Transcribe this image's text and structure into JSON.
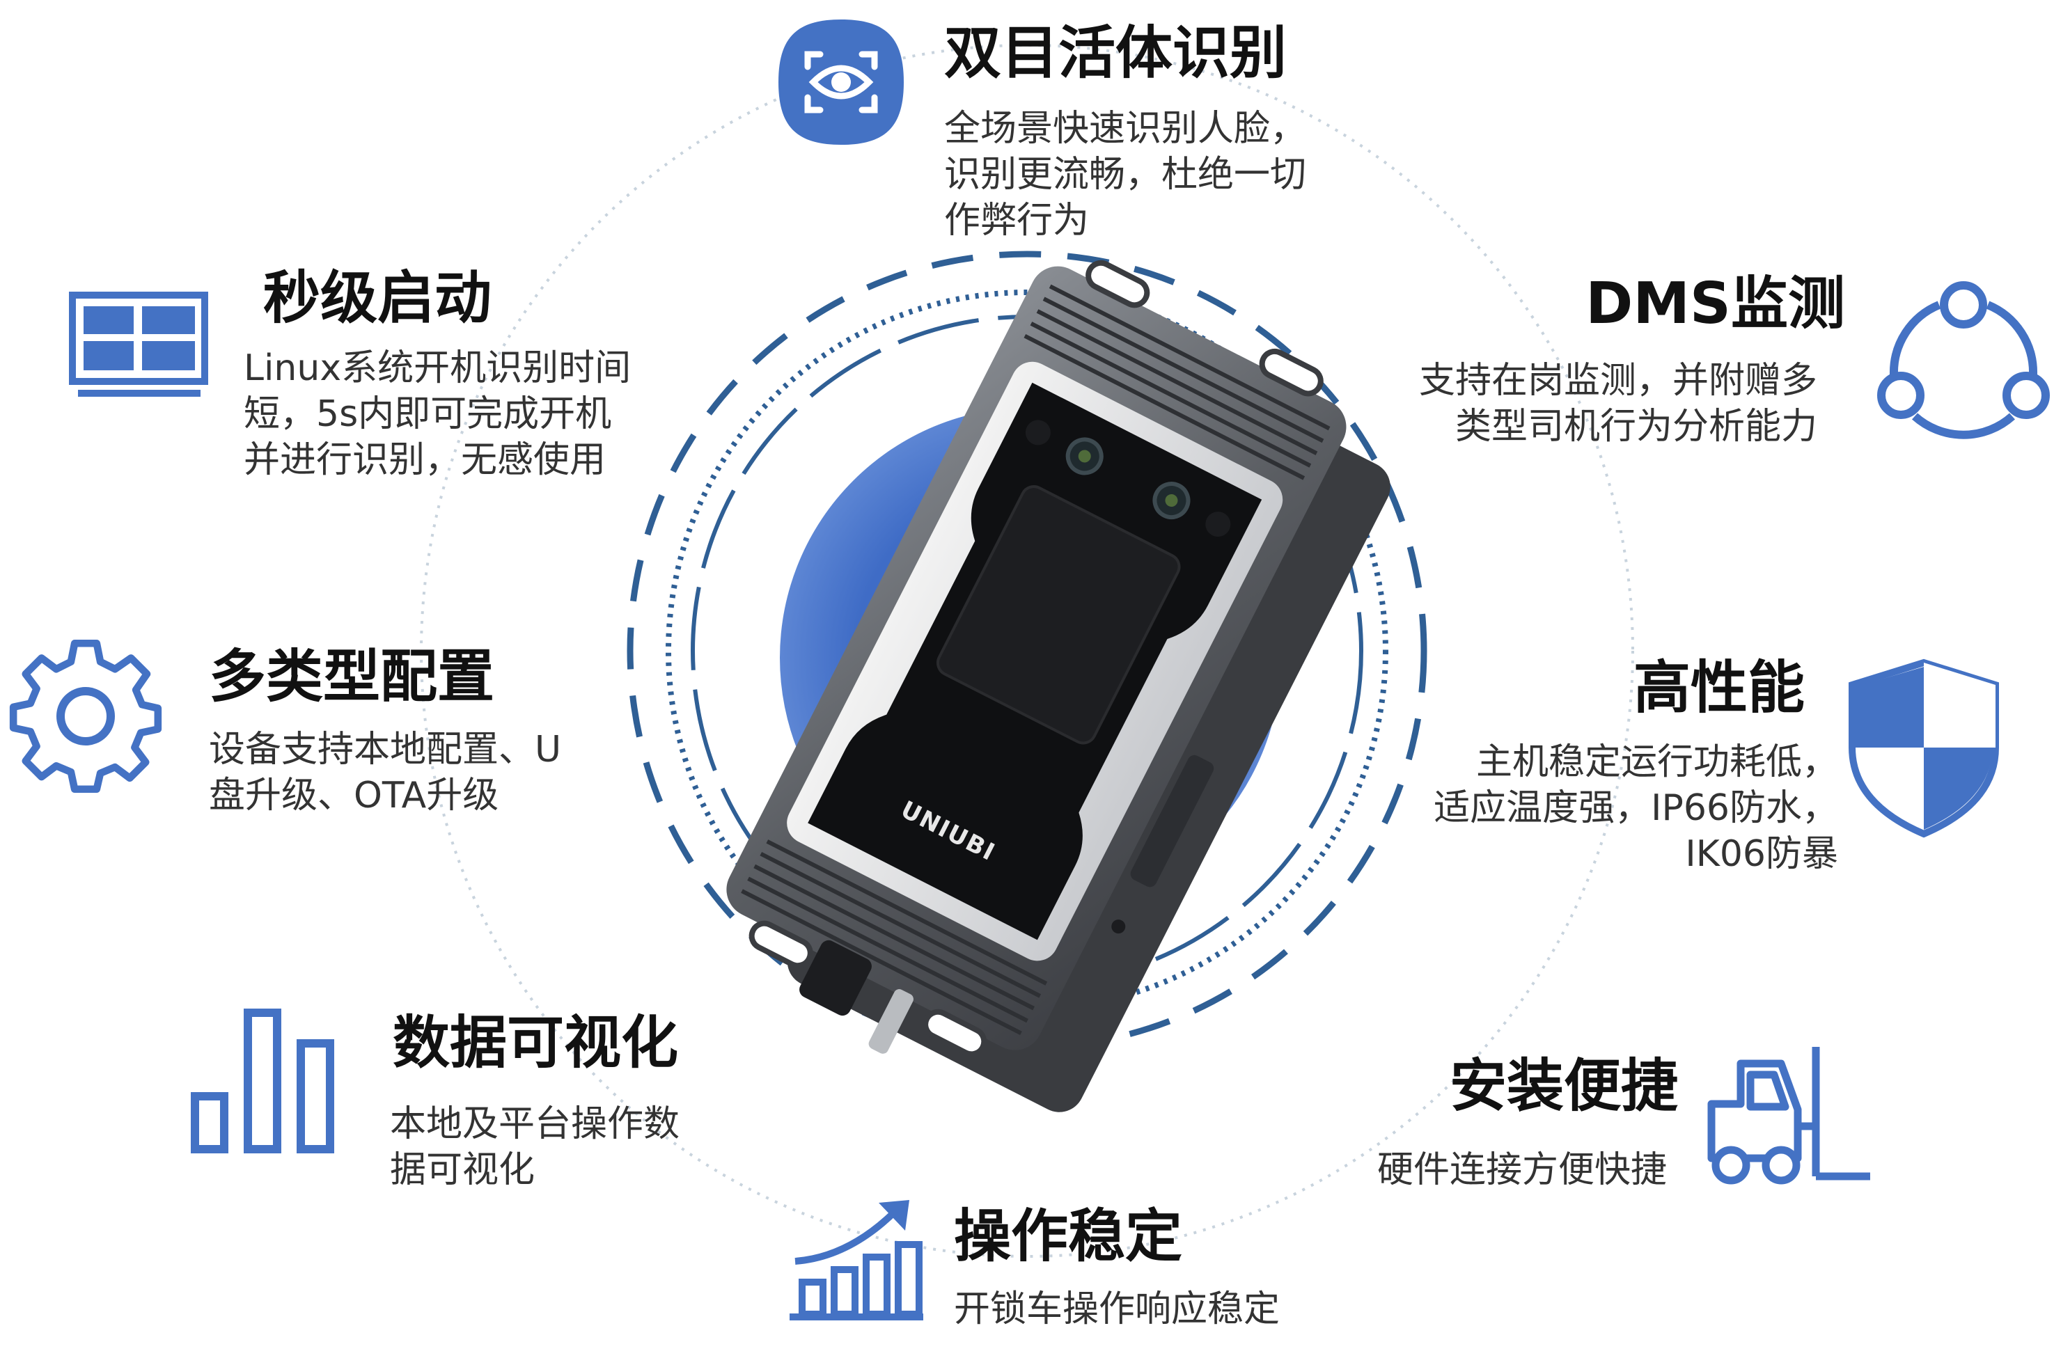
{
  "colors": {
    "accent": "#4472c4",
    "ring_dash": "#2f5f95",
    "ring_dot": "#c8d3dd",
    "device_body": "#5a5d62",
    "screen": "#0f1012"
  },
  "device": {
    "brand": "UNIUBI"
  },
  "features": {
    "liveness": {
      "title": "双目活体识别",
      "lines": [
        "全场景快速识别人脸，",
        "识别更流畅，杜绝一切",
        "作弊行为"
      ],
      "icon": "eye-scan-icon"
    },
    "boot": {
      "title": "秒级启动",
      "lines": [
        "Linux系统开机识别时间",
        "短，5s内即可完成开机",
        "并进行识别，无感使用"
      ],
      "icon": "monitor-grid-icon"
    },
    "dms": {
      "title": "DMS监测",
      "lines": [
        "支持在岗监测，并附赠多",
        "类型司机行为分析能力"
      ],
      "icon": "cycle-nodes-icon"
    },
    "config": {
      "title": "多类型配置",
      "lines": [
        "设备支持本地配置、U",
        "盘升级、OTA升级"
      ],
      "icon": "gear-icon"
    },
    "performance": {
      "title": "高性能",
      "lines": [
        "主机稳定运行功耗低，",
        "适应温度强，IP66防水，",
        "IK06防暴"
      ],
      "icon": "shield-icon"
    },
    "visual": {
      "title": "数据可视化",
      "lines": [
        "本地及平台操作数",
        "据可视化"
      ],
      "icon": "bar-chart-icon"
    },
    "install": {
      "title": "安装便捷",
      "lines": [
        "硬件连接方便快捷"
      ],
      "icon": "forklift-icon"
    },
    "stable": {
      "title": "操作稳定",
      "lines": [
        "开锁车操作响应稳定"
      ],
      "icon": "growth-chart-icon"
    }
  }
}
